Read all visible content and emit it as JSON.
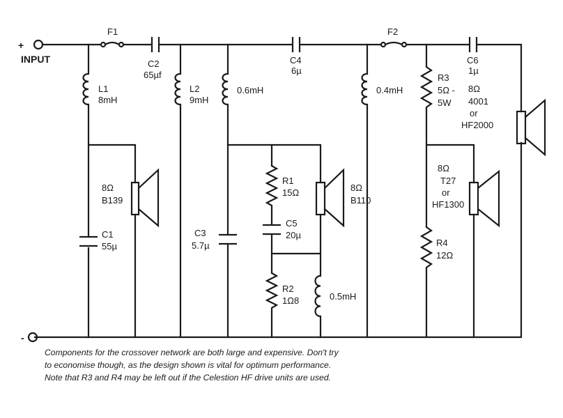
{
  "terminals": {
    "plus": "+",
    "input": "INPUT",
    "minus": "-"
  },
  "fuses": {
    "f1": "F1",
    "f2": "F2"
  },
  "components": {
    "c2": [
      "C2",
      "65µf"
    ],
    "c4": [
      "C4",
      "6µ"
    ],
    "c6": [
      "C6",
      "1µ"
    ],
    "l1": [
      "L1",
      "8mH"
    ],
    "l2": [
      "L2",
      "9mH"
    ],
    "l3": [
      "0.6mH"
    ],
    "l4": [
      "0.4mH"
    ],
    "r3": [
      "R3",
      "5Ω -",
      "5W"
    ],
    "c1": [
      "C1",
      "55µ"
    ],
    "c3": [
      "C3",
      "5.7µ"
    ],
    "r1": [
      "R1",
      "15Ω"
    ],
    "c5": [
      "C5",
      "20µ"
    ],
    "r2": [
      "R2",
      "1Ω8"
    ],
    "l5": [
      "0.5mH"
    ],
    "r4": [
      "R4",
      "12Ω"
    ]
  },
  "speakers": {
    "b139": [
      "8Ω",
      "B139"
    ],
    "b110": [
      "8Ω",
      "B110"
    ],
    "t27": [
      "8Ω",
      "T27",
      "or",
      "HF1300"
    ],
    "hf2000": [
      "8Ω",
      "4001",
      "or",
      "HF2000"
    ]
  },
  "caption": [
    "Components for the crossover network are both large and expensive. Don't try",
    "to economise though, as the design shown is vital for optimum performance.",
    "Note that R3 and R4 may be left out if the Celestion HF drive units are used."
  ]
}
